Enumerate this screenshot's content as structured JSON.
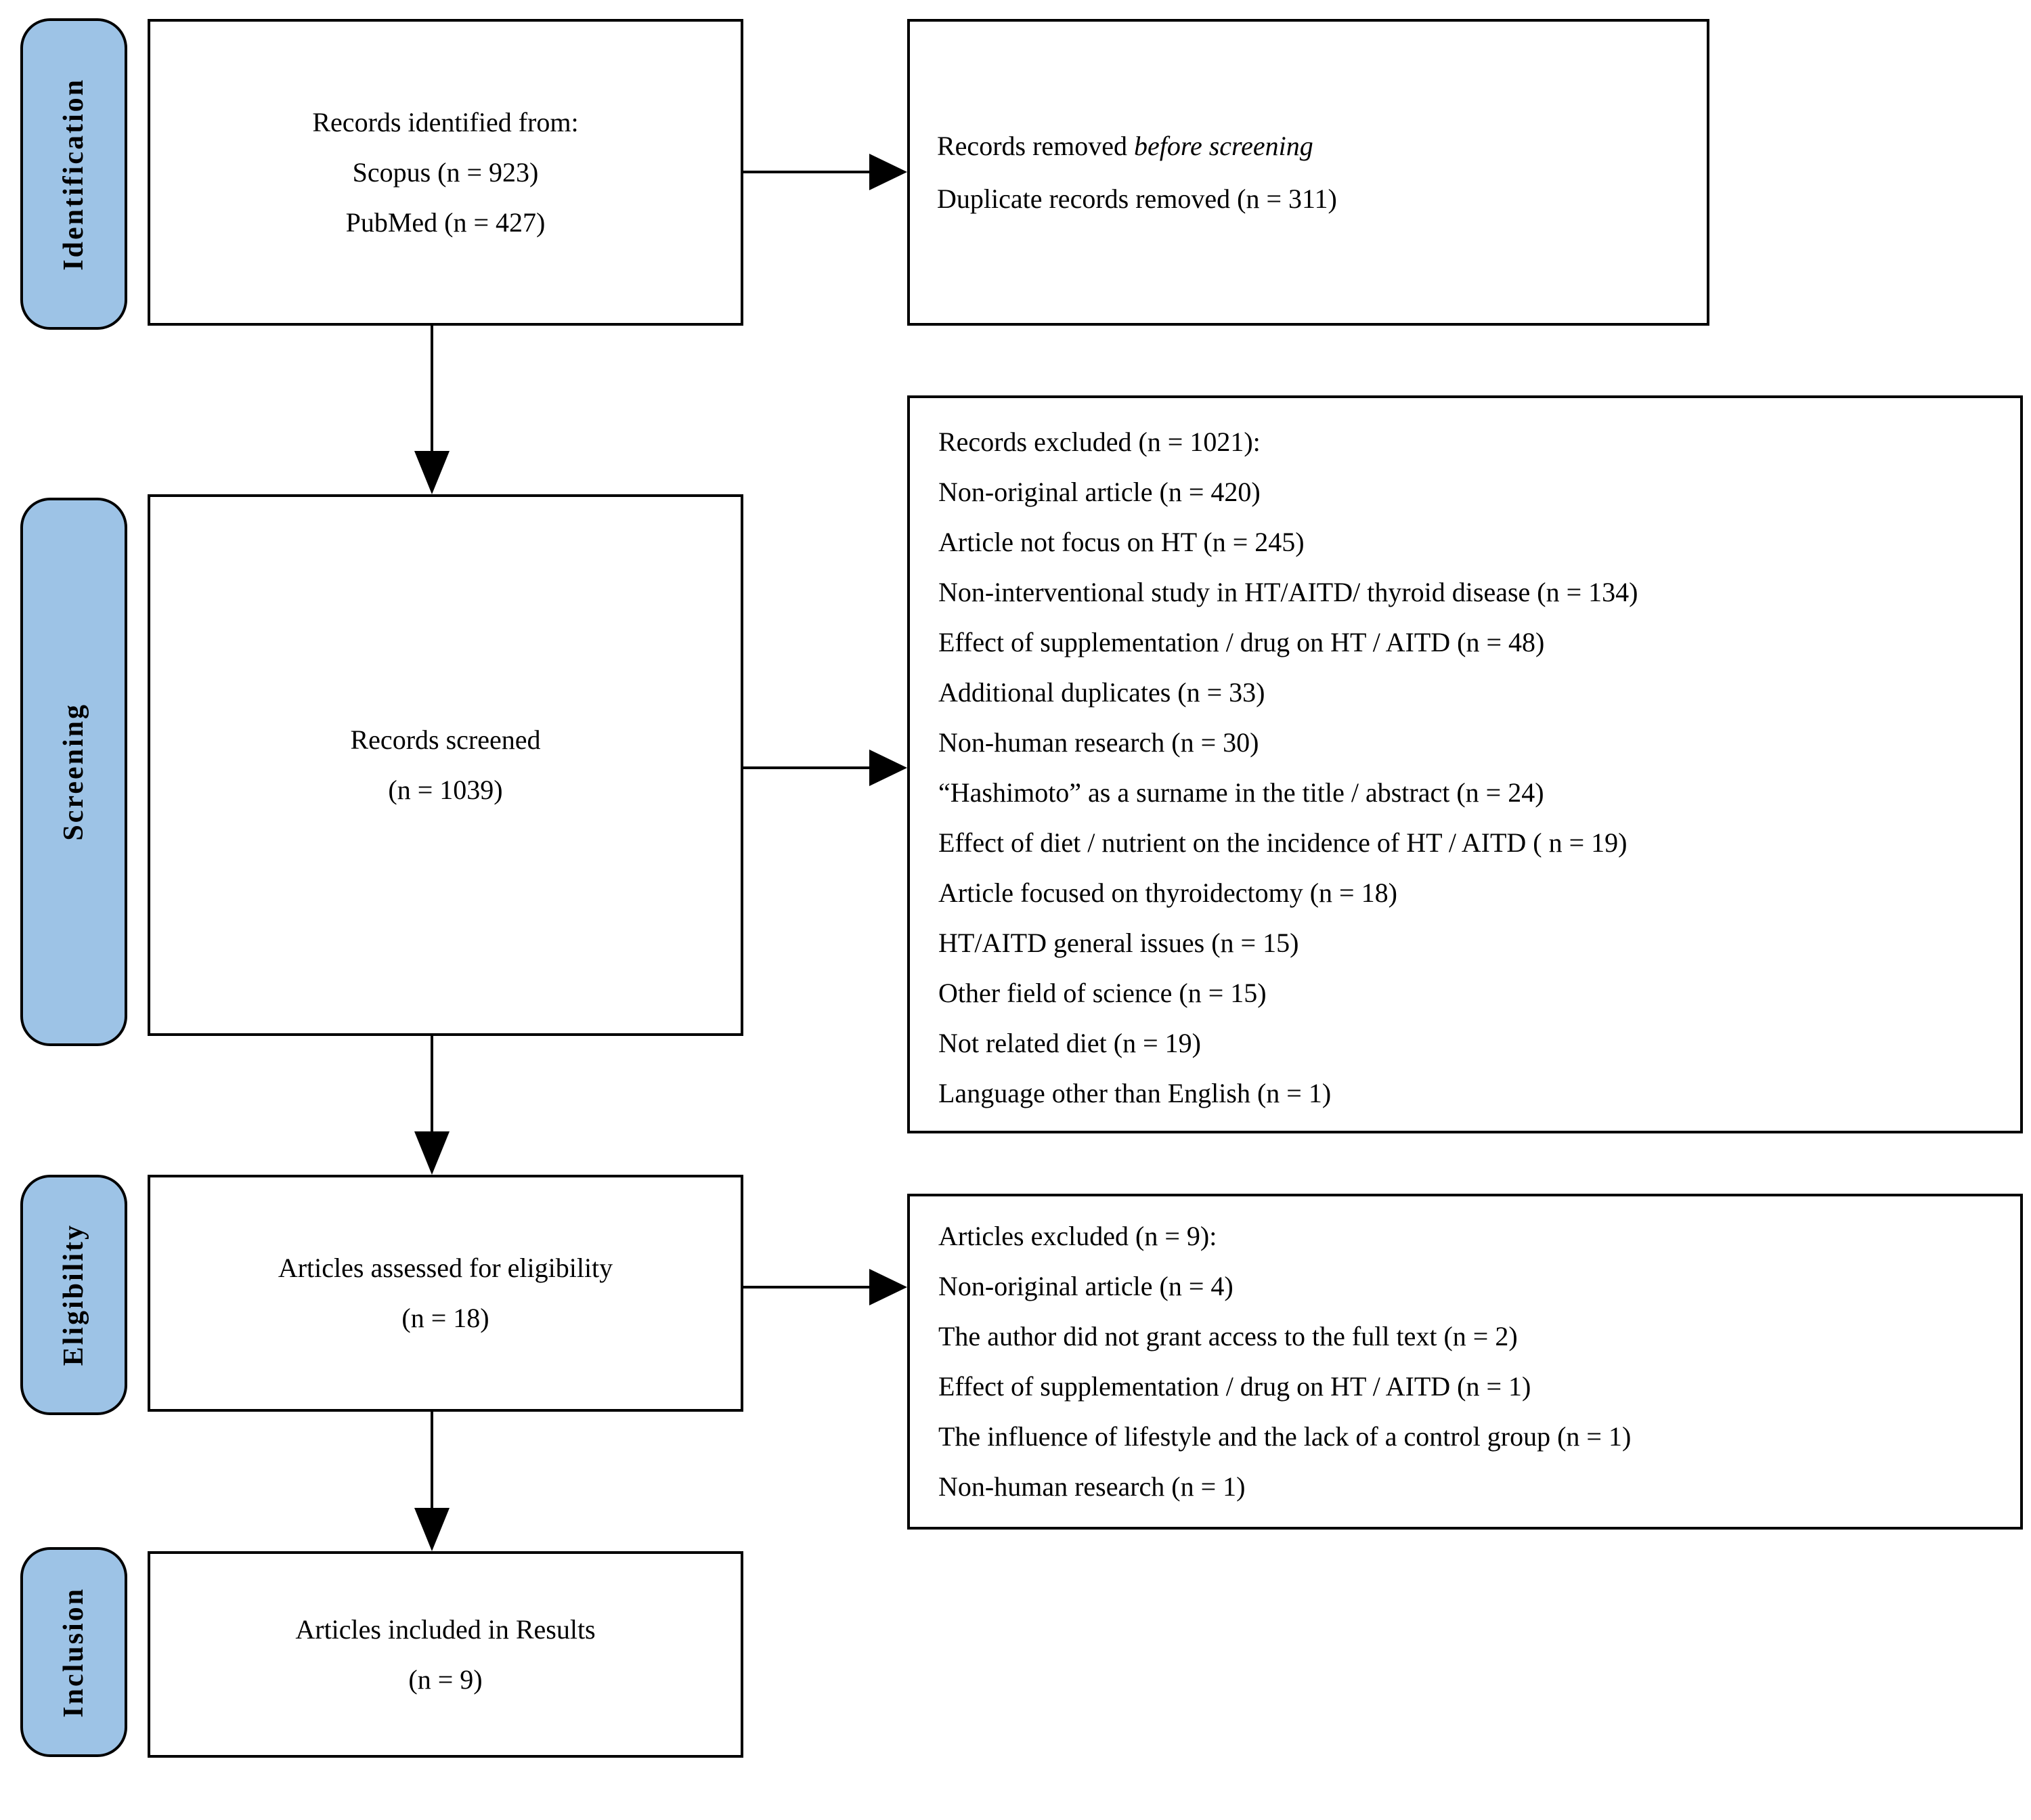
{
  "stages": [
    {
      "label": "Identification"
    },
    {
      "label": "Screening"
    },
    {
      "label": "Eligibility"
    },
    {
      "label": "Inclusion"
    }
  ],
  "boxes": {
    "identified": {
      "lines": [
        "Records identified from:",
        "Scopus (n = 923)",
        "PubMed (n = 427)"
      ]
    },
    "removed": {
      "line1_prefix": "Records removed ",
      "line1_italic": "before screening",
      "line2": "Duplicate records removed (n = 311)"
    },
    "screened": {
      "lines": [
        "Records screened",
        "(n = 1039)"
      ]
    },
    "records_excluded": {
      "heading": "Records excluded (n = 1021):",
      "items": [
        "Non-original article (n = 420)",
        "Article not focus on HT (n = 245)",
        "Non-interventional study in HT/AITD/ thyroid disease (n = 134)",
        "Effect of supplementation / drug on HT / AITD (n = 48)",
        "Additional duplicates (n = 33)",
        "Non-human research (n = 30)",
        "“Hashimoto” as a surname in the title / abstract (n = 24)",
        "Effect of diet / nutrient on the incidence of HT / AITD ( n = 19)",
        "Article focused on thyroidectomy (n = 18)",
        "HT/AITD general issues (n = 15)",
        "Other field of science (n = 15)",
        "Not related diet (n = 19)",
        "Language other than English (n = 1)"
      ]
    },
    "assessed": {
      "lines": [
        "Articles assessed for eligibility",
        "(n = 18)"
      ]
    },
    "articles_excluded": {
      "heading": "Articles excluded (n = 9):",
      "items": [
        "Non-original article (n = 4)",
        "The author did not grant access to the full text (n = 2)",
        "Effect of supplementation / drug on HT / AITD (n = 1)",
        "The influence of lifestyle and the lack of a control group (n = 1)",
        "Non-human research (n = 1)"
      ]
    },
    "included": {
      "lines": [
        "Articles included in Results",
        "(n = 9)"
      ]
    }
  },
  "colors": {
    "stage_fill": "#9DC3E6",
    "line": "#000000",
    "box_bg": "#FFFFFF"
  }
}
